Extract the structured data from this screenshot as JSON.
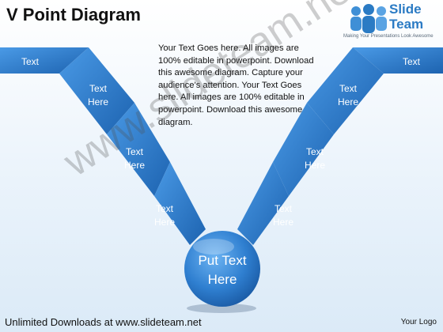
{
  "header": {
    "title": "V Point Diagram"
  },
  "logo": {
    "line1": "Slide",
    "line2": "Team",
    "tagline": "Making Your Presentations Look Awesome",
    "icon": "people-group-icon"
  },
  "diagram": {
    "left_arrows": [
      {
        "label": "Text"
      },
      {
        "label": "Text\nHere"
      },
      {
        "label": "Text\nHere"
      },
      {
        "label": "Text\nHere"
      }
    ],
    "right_arrows": [
      {
        "label": "Text"
      },
      {
        "label": "Text\nHere"
      },
      {
        "label": "Text\nHere"
      },
      {
        "label": "Text\nHere"
      }
    ],
    "center": {
      "label": "Put Text\nHere"
    },
    "body_text": "Your Text Goes here.  All images are 100% editable in powerpoint. Download this awesome diagram. Capture your audience’s attention. Your Text Goes here. All images are 100% editable in powerpoint. Download this awesome diagram.",
    "colors": {
      "arrow": "#2d7fcf",
      "arrow_dark": "#1a5fa6",
      "circle": "#3b8fe0"
    }
  },
  "watermark": "www.slideteam.net",
  "footer": {
    "left": "Unlimited Downloads at www.slideteam.net",
    "right": "Your Logo"
  }
}
